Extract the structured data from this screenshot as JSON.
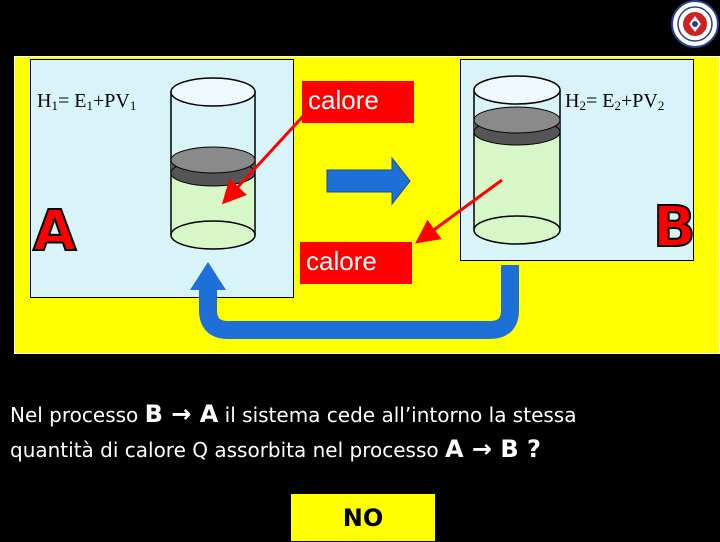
{
  "box_a": {
    "eq_h": "H",
    "eq_h_sub": "1",
    "eq_mid": "= E",
    "eq_e_sub": "1",
    "eq_end": "+PV",
    "eq_v_sub": "1",
    "letter": "A"
  },
  "box_b": {
    "eq_h": "H",
    "eq_h_sub": "2",
    "eq_mid": "= E",
    "eq_e_sub": "2",
    "eq_end": "+PV",
    "eq_v_sub": "2",
    "letter": "B"
  },
  "labels": {
    "calore_top": "calore",
    "calore_bottom": "calore"
  },
  "caption": {
    "line1_pre": "Nel processo ",
    "line1_proc": "B → A",
    "line1_post": " il sistema cede all’intorno la stessa",
    "line2_pre": "quantità di calore Q assorbita nel processo ",
    "line2_proc": "A → B ?"
  },
  "answer": {
    "label": "NO"
  },
  "colors": {
    "background": "#000000",
    "panel": "#ffff00",
    "box": "#d8f4f8",
    "calore_bg": "#ff0000",
    "arrow_red": "#ff0000",
    "arrow_blue": "#1e6fd8",
    "letters": "#ff0000"
  },
  "icons": {
    "logo": "university-seal-icon"
  }
}
